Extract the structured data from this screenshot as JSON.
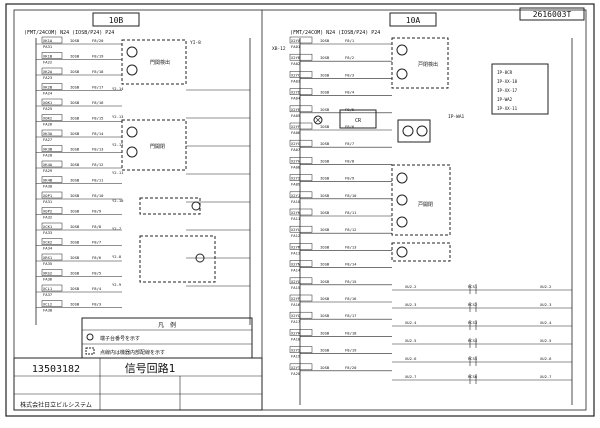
{
  "header": {
    "left_box": "10B",
    "right_box": "10A",
    "drawing_no": "2616003T",
    "bus_left": "(FMT/24COM) N24 (IOSB/P24) P24",
    "bus_right": "(FMT/24COM) N24 (IOSB/P24) P24",
    "wire_a": "XB-12",
    "wire_b": "YI-8"
  },
  "left_terms": [
    {
      "tag": "XK1A",
      "wire": "PA31"
    },
    {
      "tag": "XK1B",
      "wire": "FA22"
    },
    {
      "tag": "XK2A",
      "wire": "FA23"
    },
    {
      "tag": "XK2B",
      "wire": "FA24"
    },
    {
      "tag": "XOK1",
      "wire": "FA25"
    },
    {
      "tag": "XOK2",
      "wire": "FA26"
    },
    {
      "tag": "XK3A",
      "wire": "FA27"
    },
    {
      "tag": "XK3B",
      "wire": "FA28"
    },
    {
      "tag": "XK4A",
      "wire": "FA29"
    },
    {
      "tag": "XK4B",
      "wire": "FA30"
    },
    {
      "tag": "XOP1",
      "wire": "FA31"
    },
    {
      "tag": "XOP2",
      "wire": "FA32"
    },
    {
      "tag": "XCK1",
      "wire": "FA33"
    },
    {
      "tag": "XCK2",
      "wire": "FA34"
    },
    {
      "tag": "XRS1",
      "wire": "FA35"
    },
    {
      "tag": "XRS2",
      "wire": "FA36"
    },
    {
      "tag": "XCL1",
      "wire": "FA37"
    },
    {
      "tag": "XCL2",
      "wire": "FA38"
    }
  ],
  "left_col2": [
    "IOSB",
    "IOSB",
    "IOSB",
    "IOSB",
    "IOSB",
    "IOSB",
    "IOSB",
    "IOSB",
    "IOSB",
    "IOSB",
    "IOSB",
    "IOSB",
    "IOSB",
    "IOSB",
    "IOSB",
    "IOSB",
    "IOSB",
    "IOSB"
  ],
  "left_col3": [
    "F8/20",
    "F8/19",
    "F8/18",
    "F8/17",
    "F8/16",
    "F8/15",
    "F8/14",
    "F8/13",
    "F8/12",
    "F8/11",
    "F8/10",
    "F8/9",
    "F8/8",
    "F8/7",
    "F8/6",
    "F8/5",
    "F8/4",
    "F8/3"
  ],
  "left_mid_labels": [
    "Y2-14",
    "Y2-13",
    "Y2-12",
    "Y2-11",
    "Y2-10",
    "Y2-7",
    "Y2-8",
    "Y2-9"
  ],
  "right_terms": [
    {
      "tag": "X2YA",
      "wire": "FA01"
    },
    {
      "tag": "X2YB",
      "wire": "FA02"
    },
    {
      "tag": "X2YC",
      "wire": "FA03"
    },
    {
      "tag": "X2YD",
      "wire": "FA04"
    },
    {
      "tag": "X2YE",
      "wire": "FA05"
    },
    {
      "tag": "X2YF",
      "wire": "FA06"
    },
    {
      "tag": "X2YG",
      "wire": "FA07"
    },
    {
      "tag": "X2YH",
      "wire": "FA08"
    },
    {
      "tag": "X2YI",
      "wire": "FA09"
    },
    {
      "tag": "X2YJ",
      "wire": "FA10"
    },
    {
      "tag": "X2YK",
      "wire": "FA11"
    },
    {
      "tag": "X2YL",
      "wire": "FA12"
    },
    {
      "tag": "X2YM",
      "wire": "FA13"
    },
    {
      "tag": "X2YN",
      "wire": "FA14"
    },
    {
      "tag": "X2YO",
      "wire": "FA15"
    },
    {
      "tag": "X2YP",
      "wire": "FA16"
    },
    {
      "tag": "X2YQ",
      "wire": "FA17"
    },
    {
      "tag": "X2YR",
      "wire": "FA18"
    },
    {
      "tag": "X2YS",
      "wire": "FA19"
    },
    {
      "tag": "X2YT",
      "wire": "FA20"
    }
  ],
  "right_col3": [
    "F8/1",
    "F8/2",
    "F8/3",
    "F8/4",
    "F8/5",
    "F8/6",
    "F8/7",
    "F8/8",
    "F8/9",
    "F8/10",
    "F8/11",
    "F8/12",
    "F8/13",
    "F8/14",
    "F8/15",
    "F8/16",
    "F8/17",
    "F8/18",
    "F8/19",
    "F8/20"
  ],
  "right_xu_labels": [
    "XU2-2",
    "XU2-3",
    "XU2-4",
    "XU2-5",
    "XU2-6",
    "XU2-7"
  ],
  "right_relay_labels": [
    "RCS1",
    "RCS2",
    "RCS3",
    "RCS4",
    "RCS5",
    "RCS6"
  ],
  "top_right_box": [
    "IP-8CR",
    "IP-XX-18",
    "IP-XX-17",
    "IP-WA2",
    "IP-XX-11"
  ],
  "device_labels": {
    "left_a": "門関検出",
    "left_b": "門開閉",
    "right_a": "戸閉検出",
    "right_b": "戸開閉",
    "mid_cr": "CR",
    "mid_wa": "IP-WA1"
  },
  "title_block": {
    "legend_header": "凡　例",
    "legend_1": "端子台番号を示す",
    "legend_2": "点線内は機器内部配線を示す",
    "title": "信号回路1",
    "number": "13503182",
    "company": "株式会社日立ビルシステム"
  }
}
